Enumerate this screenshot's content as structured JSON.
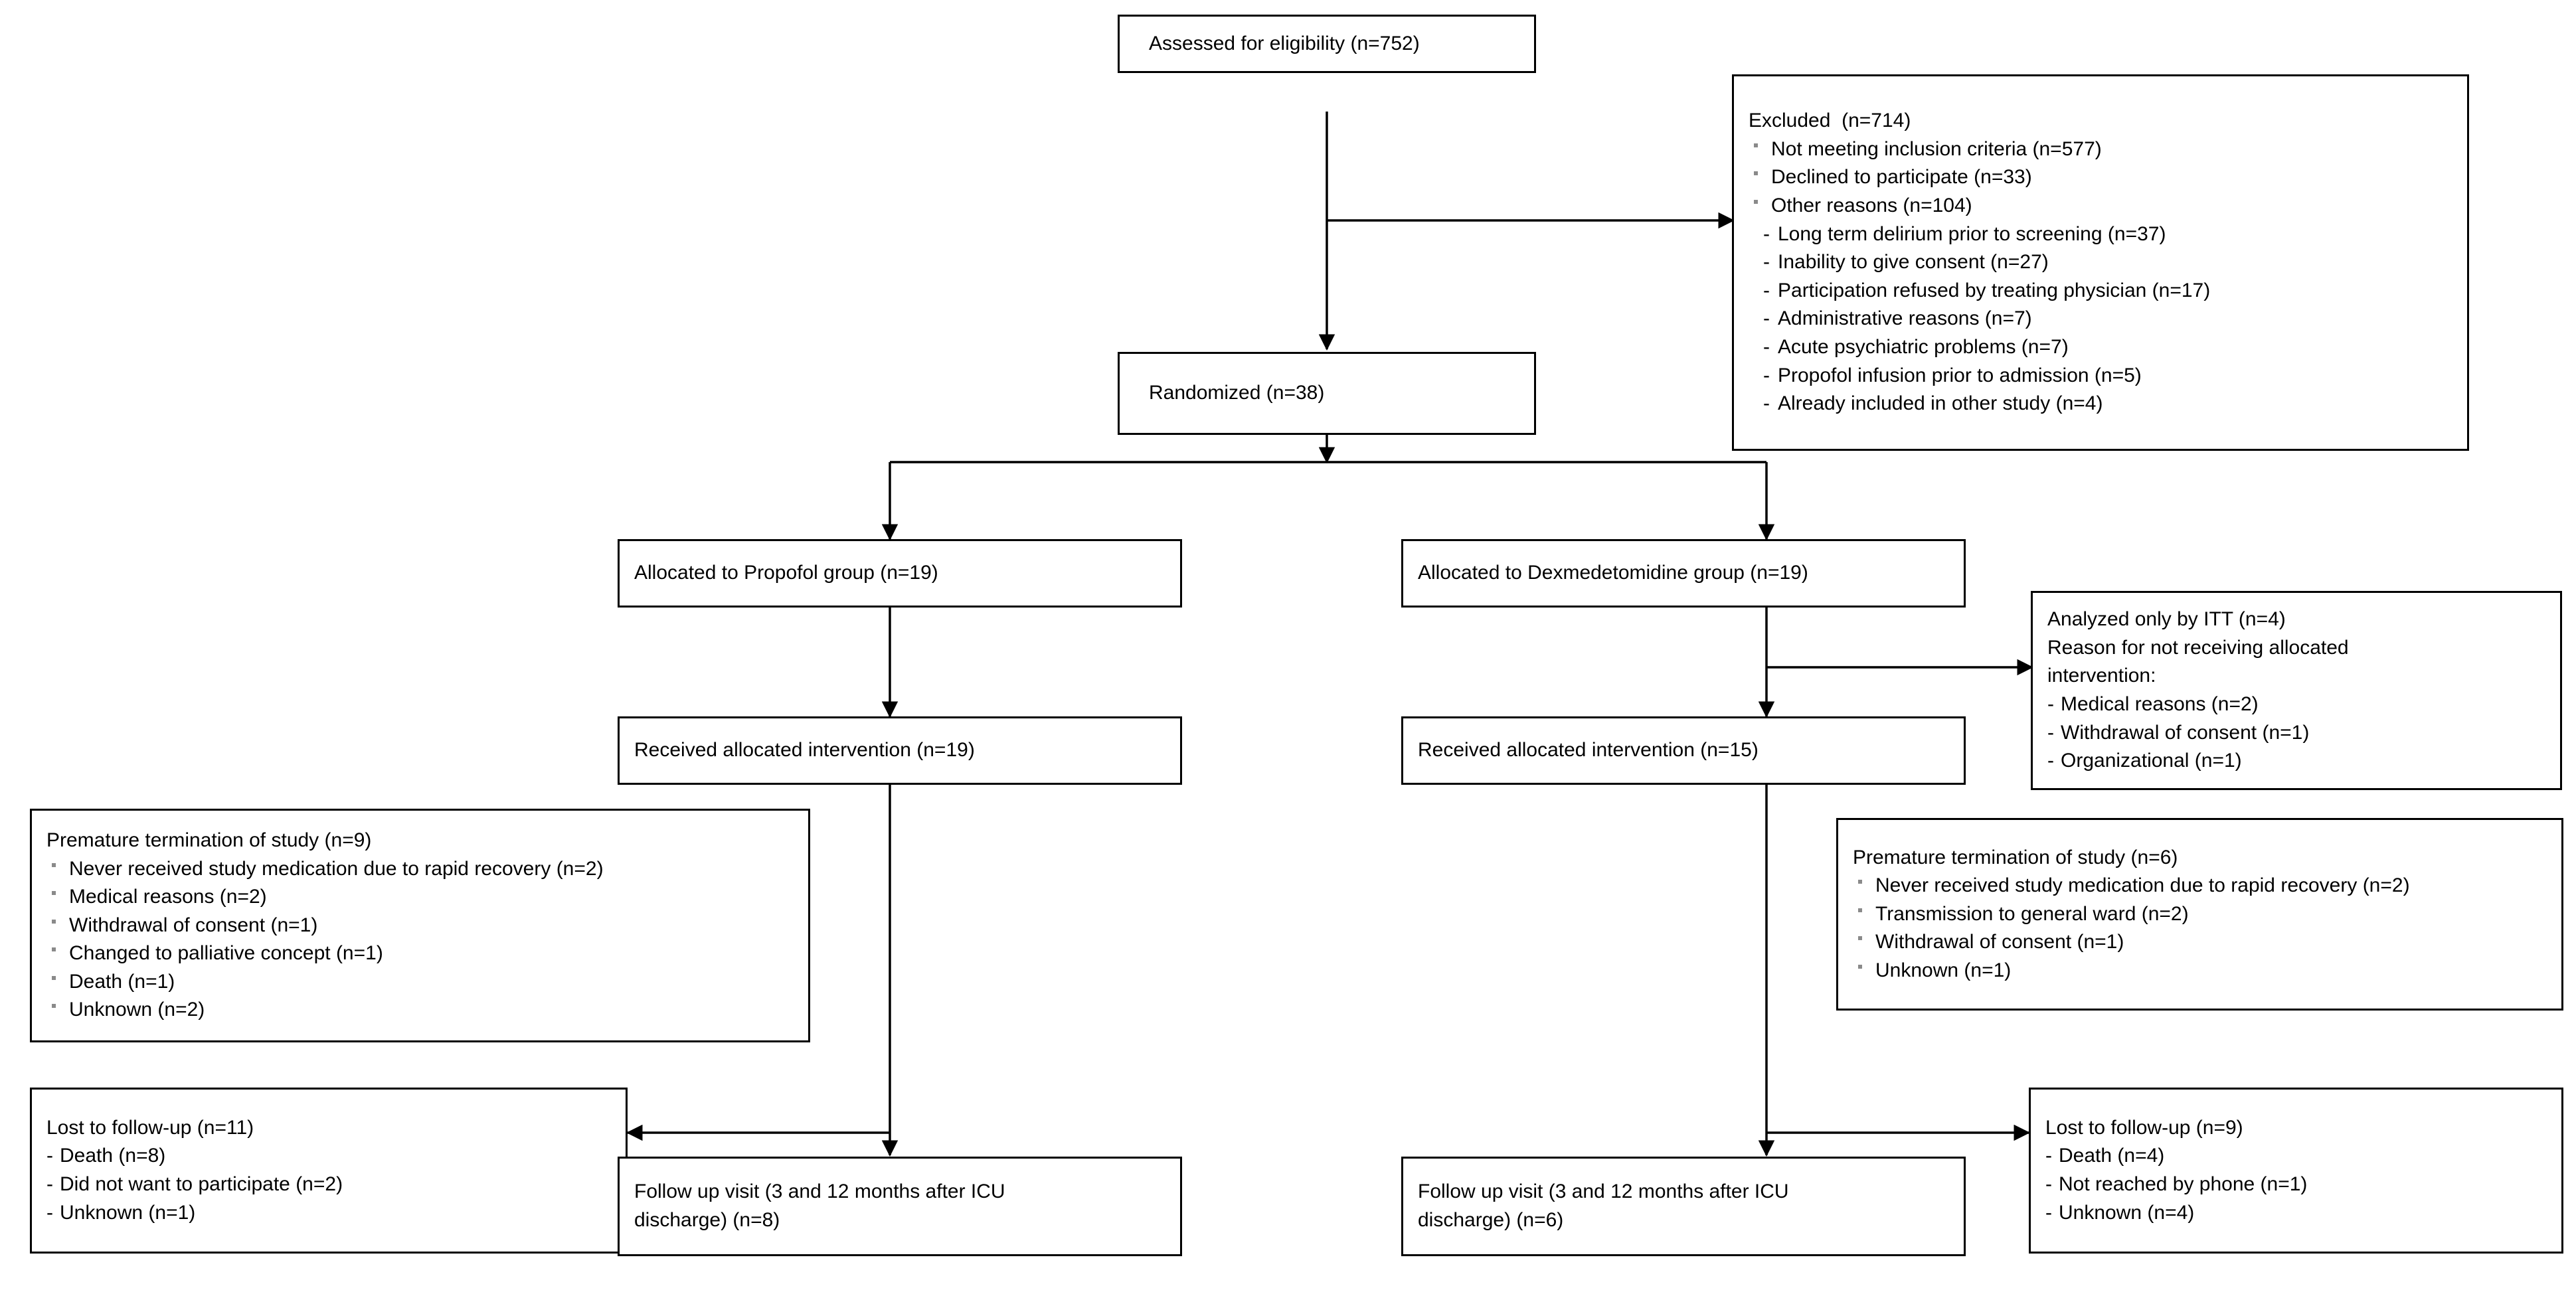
{
  "diagram": {
    "type": "consort-flow-diagram",
    "accent_color": "#000000",
    "background_color": "#ffffff",
    "bullet_color": "#8a8a8a"
  },
  "nodes": {
    "assessed": {
      "title": "Assessed for eligibility (n=752)"
    },
    "excluded": {
      "title": "Excluded  (n=714)",
      "items": [
        {
          "level": 1,
          "text": "Not meeting inclusion criteria (n=577)"
        },
        {
          "level": 1,
          "text": "Declined to participate (n=33)"
        },
        {
          "level": 1,
          "text": "Other reasons (n=104)"
        },
        {
          "level": 2,
          "text": "Long term delirium prior to screening (n=37)"
        },
        {
          "level": 2,
          "text": "Inability to give consent (n=27)"
        },
        {
          "level": 2,
          "text": "Participation refused by treating physician (n=17)"
        },
        {
          "level": 2,
          "text": "Administrative reasons (n=7)"
        },
        {
          "level": 2,
          "text": "Acute psychiatric problems (n=7)"
        },
        {
          "level": 2,
          "text": "Propofol infusion prior to admission (n=5)"
        },
        {
          "level": 2,
          "text": "Already included in other study (n=4)"
        }
      ]
    },
    "randomized": {
      "title": "Randomized (n=38)"
    },
    "allocated_propofol": {
      "title": "Allocated to Propofol group (n=19)"
    },
    "allocated_dexmedetomidine": {
      "title": "Allocated to Dexmedetomidine group (n=19)"
    },
    "itt": {
      "lines": [
        "Analyzed only by ITT (n=4)",
        "Reason for not receiving allocated",
        "intervention:"
      ],
      "items": [
        {
          "level": 0,
          "text": "Medical reasons (n=2)"
        },
        {
          "level": 0,
          "text": "Withdrawal of consent (n=1)"
        },
        {
          "level": 0,
          "text": "Organizational (n=1)"
        }
      ]
    },
    "received_propofol": {
      "title": "Received allocated intervention (n=19)"
    },
    "received_dexmedetomidine": {
      "title": "Received allocated intervention (n=15)"
    },
    "premature_left": {
      "title": "Premature termination of study (n=9)",
      "items": [
        {
          "level": 1,
          "text": "Never received study medication due to rapid recovery (n=2)"
        },
        {
          "level": 1,
          "text": "Medical reasons (n=2)"
        },
        {
          "level": 1,
          "text": "Withdrawal of consent (n=1)"
        },
        {
          "level": 1,
          "text": "Changed to palliative concept (n=1)"
        },
        {
          "level": 1,
          "text": "Death (n=1)"
        },
        {
          "level": 1,
          "text": "Unknown (n=2)"
        }
      ]
    },
    "premature_right": {
      "title": "Premature termination of study (n=6)",
      "items": [
        {
          "level": 1,
          "text": "Never received study medication due to rapid recovery (n=2)"
        },
        {
          "level": 1,
          "text": "Transmission to general ward (n=2)"
        },
        {
          "level": 1,
          "text": "Withdrawal of consent (n=1)"
        },
        {
          "level": 1,
          "text": "Unknown (n=1)"
        }
      ]
    },
    "lost_left": {
      "title": "Lost to follow-up (n=11)",
      "items": [
        {
          "level": 0,
          "text": "Death (n=8)"
        },
        {
          "level": 0,
          "text": "Did not want to participate (n=2)"
        },
        {
          "level": 0,
          "text": "Unknown (n=1)"
        }
      ]
    },
    "lost_right": {
      "title": "Lost to follow-up (n=9)",
      "items": [
        {
          "level": 0,
          "text": "Death (n=4)"
        },
        {
          "level": 0,
          "text": "Not reached by phone (n=1)"
        },
        {
          "level": 0,
          "text": "Unknown (n=4)"
        }
      ]
    },
    "followup_left": {
      "lines": [
        "Follow up visit (3 and 12 months after ICU",
        "discharge) (n=8)"
      ]
    },
    "followup_right": {
      "lines": [
        "Follow up visit (3 and 12 months after ICU",
        "discharge) (n=6)"
      ]
    }
  }
}
